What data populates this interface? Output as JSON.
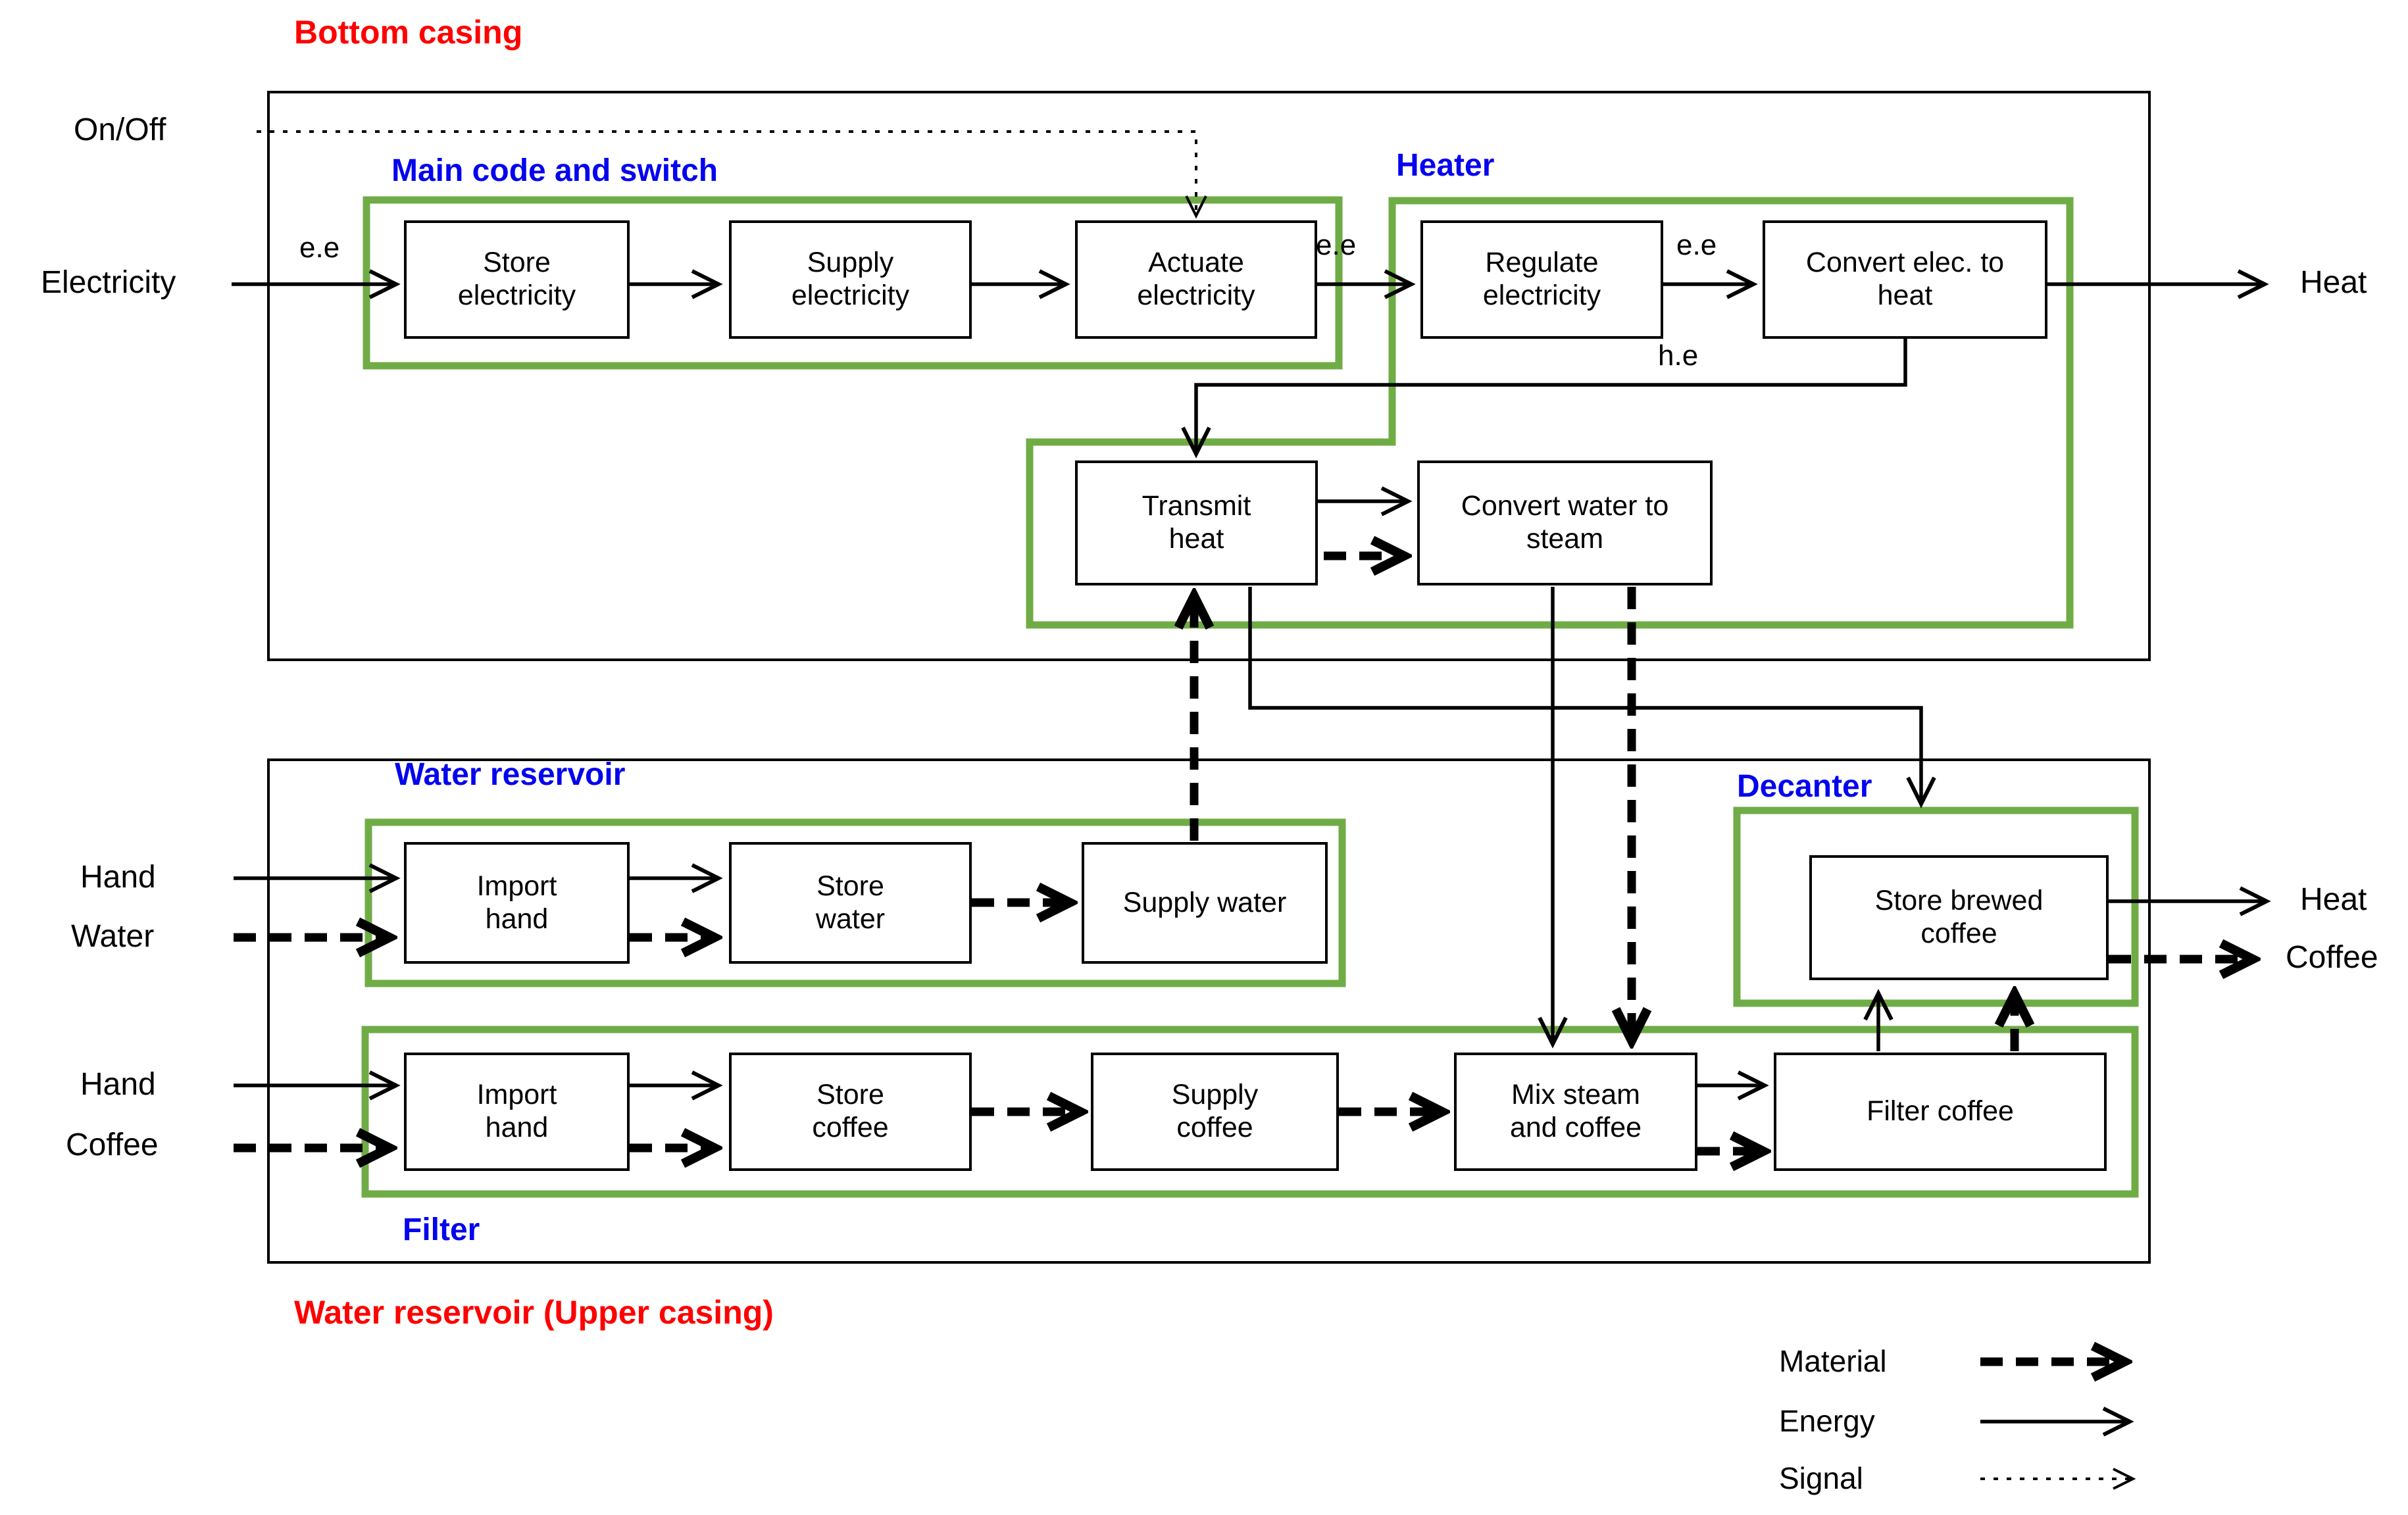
{
  "colors": {
    "group_outline_green": "#6FAC46",
    "heading_blue": "#0404EE",
    "casing_red": "#FF0000",
    "line_black": "#000000"
  },
  "casings": {
    "top_label": "Bottom casing",
    "bottom_label": "Water reservoir (Upper casing)"
  },
  "groups": {
    "main_code": "Main code and switch",
    "heater": "Heater",
    "water_reservoir": "Water reservoir",
    "decanter": "Decanter",
    "filter": "Filter"
  },
  "blocks": {
    "store_electricity": "Store electricity",
    "supply_electricity": "Supply electricity",
    "actuate_electricity": "Actuate electricity",
    "regulate_electricity": "Regulate electricity",
    "convert_elec_to_heat": "Convert elec. to heat",
    "transmit_heat": "Transmit heat",
    "convert_water_to_steam": "Convert water to steam",
    "import_hand_water": "Import hand",
    "store_water": "Store water",
    "supply_water": "Supply water",
    "store_brewed_coffee": "Store brewed coffee",
    "import_hand_coffee": "Import hand",
    "store_coffee": "Store coffee",
    "supply_coffee": "Supply coffee",
    "mix_steam_and_coffee": "Mix steam and coffee",
    "filter_coffee": "Filter coffee"
  },
  "io": {
    "on_off": "On/Off",
    "electricity": "Electricity",
    "heat_top": "Heat",
    "hand_water": "Hand",
    "water": "Water",
    "hand_coffee": "Hand",
    "coffee_in": "Coffee",
    "heat_out": "Heat",
    "coffee_out": "Coffee"
  },
  "flow_labels": {
    "ee_1": "e.e",
    "ee_2": "e.e",
    "ee_3": "e.e",
    "he": "h.e"
  },
  "legend": {
    "material": "Material",
    "energy": "Energy",
    "signal": "Signal"
  }
}
